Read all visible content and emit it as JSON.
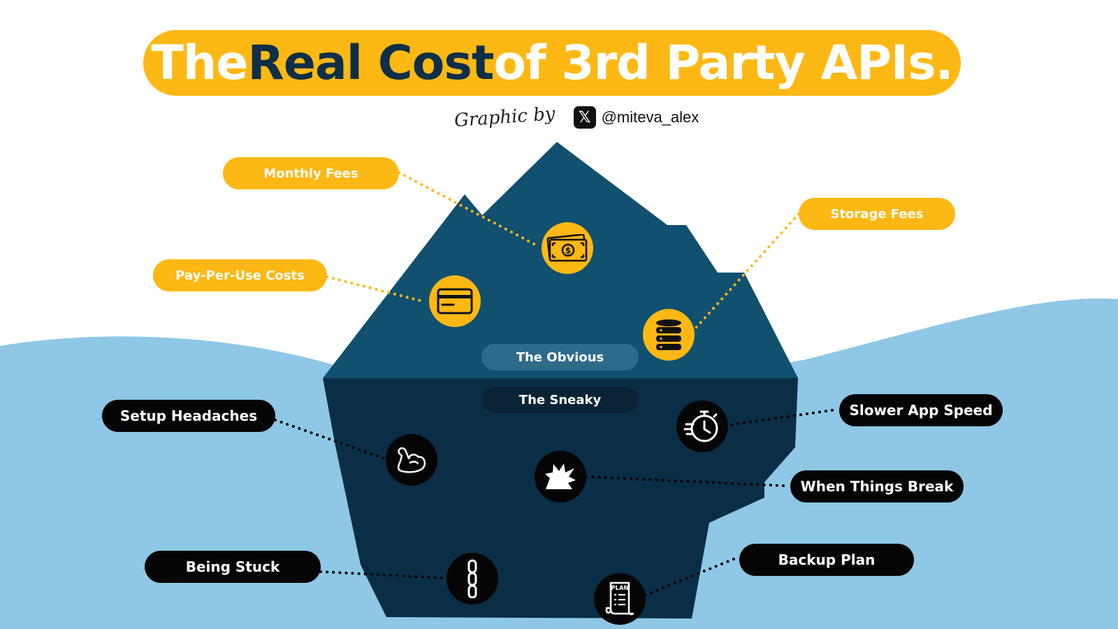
{
  "title": {
    "part1": "The ",
    "part2": "Real Cost",
    "part3": " of 3rd Party APIs."
  },
  "credit": {
    "script": "Graphic by",
    "platform_icon": "x-logo-icon",
    "platform_glyph": "𝕏",
    "handle": "@miteva_alex"
  },
  "layers": {
    "top": "The Obvious",
    "bottom": "The Sneaky"
  },
  "obvious_costs": [
    {
      "label": "Monthly Fees",
      "icon": "money-bills-icon"
    },
    {
      "label": "Pay-Per-Use Costs",
      "icon": "credit-card-icon"
    },
    {
      "label": "Storage Fees",
      "icon": "database-icon"
    }
  ],
  "sneaky_costs": [
    {
      "label": "Setup Headaches",
      "icon": "flexed-arm-icon"
    },
    {
      "label": "Slower App Speed",
      "icon": "fast-timer-icon"
    },
    {
      "label": "When Things Break",
      "icon": "explosion-icon"
    },
    {
      "label": "Being Stuck",
      "icon": "chain-icon"
    },
    {
      "label": "Backup Plan",
      "icon": "plan-scroll-icon"
    }
  ],
  "plan_icon_text": "PLAN",
  "colors": {
    "accent_yellow": "#fdb813",
    "title_dark": "#0f2f48",
    "iceberg_top": "#11506f",
    "iceberg_bottom": "#0a2e45",
    "water": "#8ec8e6",
    "label_black": "#050505"
  }
}
